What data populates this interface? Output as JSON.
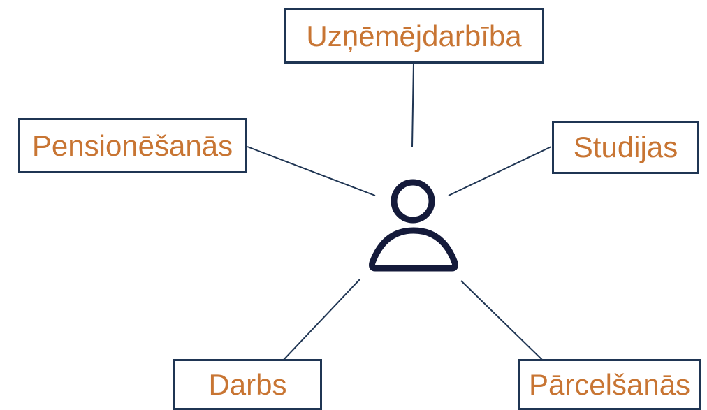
{
  "diagram": {
    "nodes": {
      "top": "Uzņēmējdarbība",
      "left": "Pensionēšanās",
      "right": "Studijas",
      "bottom_left": "Darbs",
      "bottom_right": "Pārcelšanās"
    },
    "center_icon": "person-icon",
    "colors": {
      "line": "#1f3553",
      "label": "#c87533",
      "icon": "#141a3a"
    }
  }
}
